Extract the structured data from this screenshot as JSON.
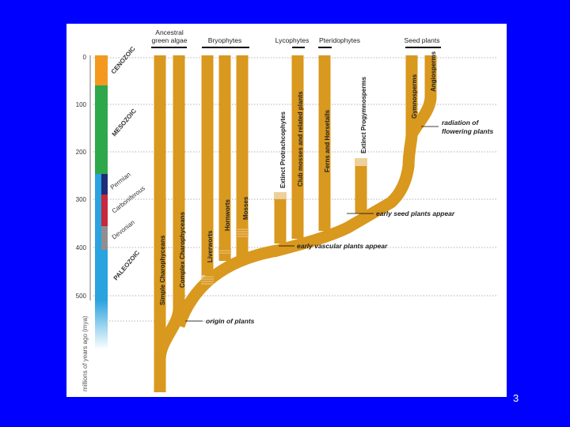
{
  "page_number": "3",
  "colors": {
    "background": "#0000FF",
    "branch": "#D9981E",
    "cenozoic": "#F39A1E",
    "mesozoic": "#2EA84A",
    "paleozoic": "#2BA3DE",
    "permian": "#1F2C78",
    "carboniferous": "#C7283B",
    "devonian": "#8F8F91"
  },
  "axis": {
    "label": "millions of years ago (mya)",
    "ticks": [
      "0",
      "100",
      "200",
      "300",
      "400",
      "500"
    ]
  },
  "eras": {
    "cenozoic": "CENOZOIC",
    "mesozoic": "MESOZOIC",
    "paleozoic": "PALEOZOIC",
    "permian": "Permian",
    "carboniferous": "Carboniferous",
    "devonian": "Devonian"
  },
  "groups": {
    "ancestral_line1": "Ancestral",
    "ancestral_line2": "green algae",
    "bryophytes": "Bryophytes",
    "lycophytes": "Lycophytes",
    "pteridophytes": "Pteridophytes",
    "seed_plants": "Seed plants"
  },
  "lineages": {
    "simple_charophyceans": "Simple Charophyceans",
    "complex_charophyceans": "Complex Charophyceans",
    "liverworts": "Liverworts",
    "hornworts": "Hornworts",
    "mosses": "Mosses",
    "protracheophytes": "Extinct Protrachcophytes",
    "club_mosses": "Club mosses and related plants",
    "ferns": "Ferns and Horsetails",
    "progymnosperms": "Extinct Progymnosperms",
    "gymnosperms": "Gymnosperms",
    "angiosperms": "Angiosperms"
  },
  "annotations": {
    "origin": "origin of plants",
    "vascular": "early vascular plants appear",
    "seed": "early seed plants appear",
    "radiation_line1": "radiation of",
    "radiation_line2": "flowering plants"
  }
}
